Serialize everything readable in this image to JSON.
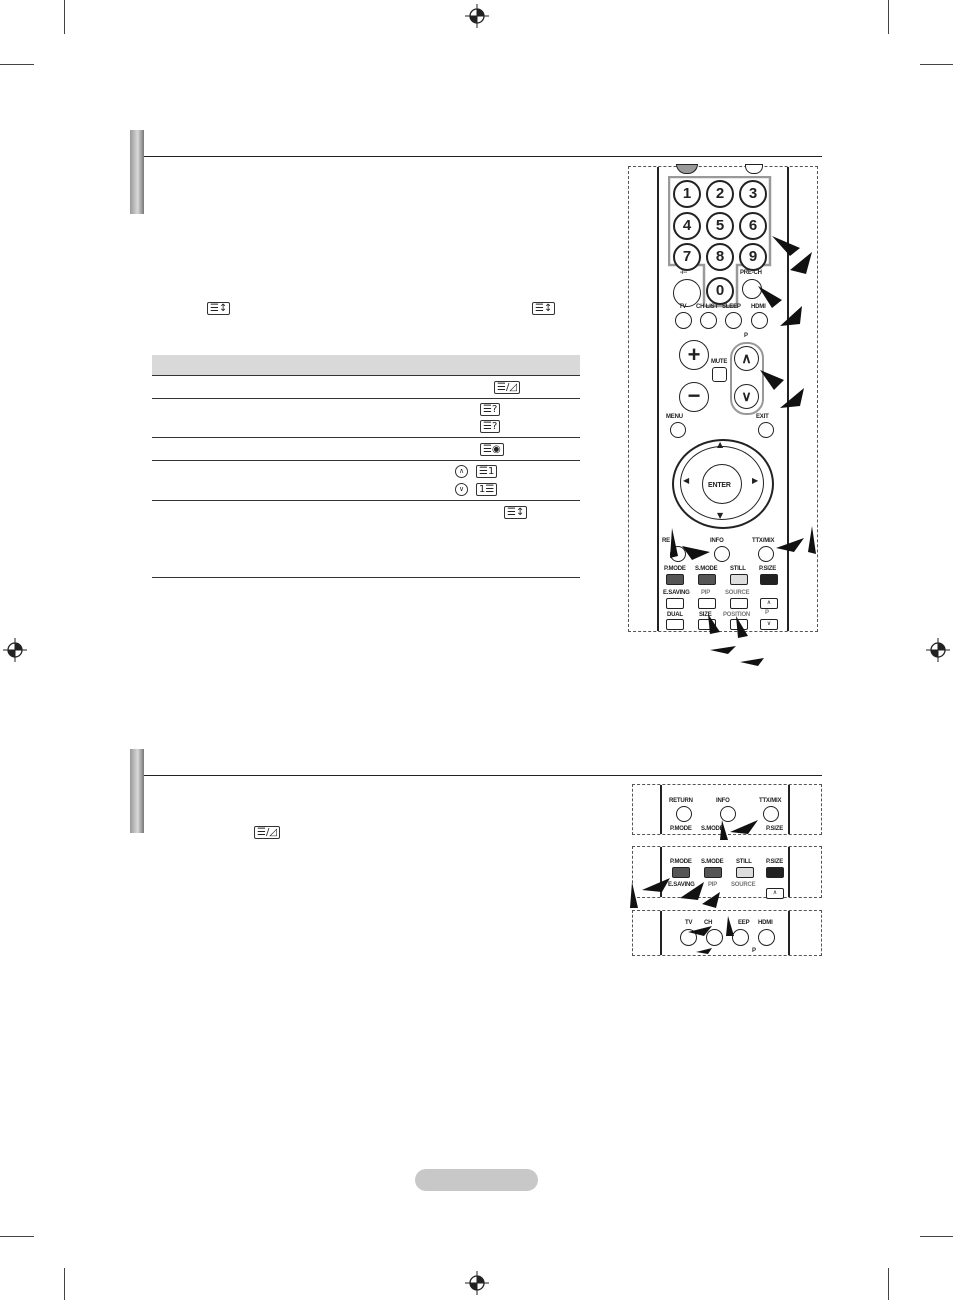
{
  "remote": {
    "number_keys": [
      "1",
      "2",
      "3",
      "4",
      "5",
      "6",
      "7",
      "8",
      "9",
      "0"
    ],
    "labels": {
      "dash": "-/--",
      "prech": "PRE-CH",
      "tv": "TV",
      "chlist": "CH LIST",
      "sleep": "SLEEP",
      "hdmi": "HDMI",
      "p": "P",
      "mute": "MUTE",
      "menu": "MENU",
      "exit": "EXIT",
      "enter": "ENTER",
      "return": "RE",
      "info": "INFO",
      "ttxmix": "TTX/MIX",
      "pmode": "P.MODE",
      "smode": "S.MODE",
      "still": "STILL",
      "psize": "P.SIZE",
      "esaving": "E.SAVING",
      "pip": "PIP",
      "source": "SOURCE",
      "p2": "P",
      "dual": "DUAL",
      "size": "SIZE",
      "position": "POSITION"
    },
    "plus": "+",
    "minus": "−"
  },
  "small_remotes": {
    "top": {
      "return": "RETURN",
      "info": "INFO",
      "ttxmix": "TTX/MIX",
      "pmode": "P.MODE",
      "smode": "S.MODE",
      "psize": "P.SIZE"
    },
    "middle": {
      "pmode": "P.MODE",
      "smode": "S.MODE",
      "still": "STILL",
      "psize": "P.SIZE",
      "esaving": "E.SAVING",
      "pip": "PIP",
      "source": "SOURCE"
    },
    "bottom": {
      "tv": "TV",
      "ch": "CH",
      "sleep": "EEP",
      "hdmi": "HDMI",
      "p": "P"
    }
  },
  "table_icons": {
    "row1": "☰/◿",
    "row2a": "☰?",
    "row2b": "☰?",
    "row3": "☰◉",
    "row4a": "☰1",
    "row4b": "1☰",
    "row5": "☰↕"
  },
  "inline_icons": {
    "left": "☰↕",
    "right": "☰↕",
    "section2": "☰/◿"
  }
}
